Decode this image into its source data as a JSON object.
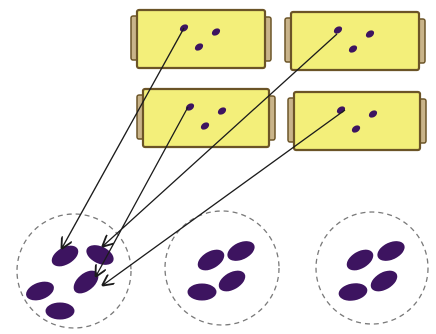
{
  "colors": {
    "background": "#ffffff",
    "card_fill": "#f3ef7a",
    "card_stroke": "#6b5427",
    "card_back": "#c9b48a",
    "bacteria_fill": "#3d1460",
    "arrow": "#1b1b1b",
    "group_circle": "#7a7a7a"
  },
  "cards": [
    {
      "id": "card-1",
      "dots": 3
    },
    {
      "id": "card-2",
      "dots": 3
    },
    {
      "id": "card-3",
      "dots": 3
    },
    {
      "id": "card-4",
      "dots": 3
    }
  ],
  "groups": [
    {
      "id": "group-1",
      "bacteria": 5
    },
    {
      "id": "group-2",
      "bacteria": 4
    },
    {
      "id": "group-3",
      "bacteria": 4
    }
  ],
  "arrows": [
    {
      "from": "card-1",
      "to": "group-1"
    },
    {
      "from": "card-2",
      "to": "group-1"
    },
    {
      "from": "card-3",
      "to": "group-1"
    },
    {
      "from": "card-4",
      "to": "group-1"
    }
  ]
}
